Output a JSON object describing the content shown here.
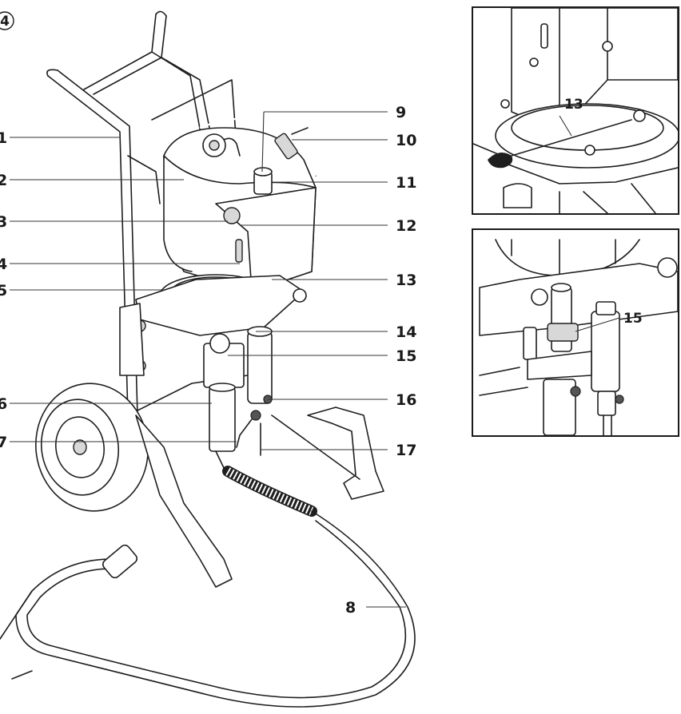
{
  "figure": {
    "circled_number": "4"
  },
  "main_callouts": [
    {
      "id": "c1",
      "label": "1"
    },
    {
      "id": "c2",
      "label": "2"
    },
    {
      "id": "c3",
      "label": "3"
    },
    {
      "id": "c4",
      "label": "4"
    },
    {
      "id": "c5",
      "label": "5"
    },
    {
      "id": "c6",
      "label": "6"
    },
    {
      "id": "c7",
      "label": "7"
    },
    {
      "id": "c8",
      "label": "8"
    },
    {
      "id": "c9",
      "label": "9"
    },
    {
      "id": "c10",
      "label": "10"
    },
    {
      "id": "c11",
      "label": "11"
    },
    {
      "id": "c12",
      "label": "12"
    },
    {
      "id": "c13",
      "label": "13"
    },
    {
      "id": "c14",
      "label": "14"
    },
    {
      "id": "c15",
      "label": "15"
    },
    {
      "id": "c16",
      "label": "16"
    },
    {
      "id": "c17",
      "label": "17"
    }
  ],
  "inset_top": {
    "callout": "13"
  },
  "inset_bottom": {
    "callout": "15"
  }
}
